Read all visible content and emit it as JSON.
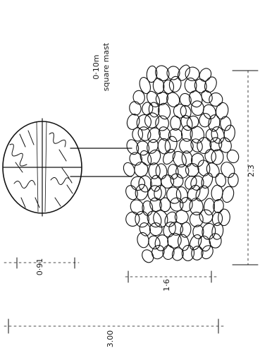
{
  "annotations": {
    "mast_size": "0·10m",
    "mast_type": "square mast"
  },
  "dimensions": {
    "crown_height": "0·91",
    "trunk_height": "1·6",
    "total_height": "3.00",
    "hedge_width": "2.3"
  },
  "colors": {
    "ink": "#111111",
    "paper": "#ffffff"
  }
}
